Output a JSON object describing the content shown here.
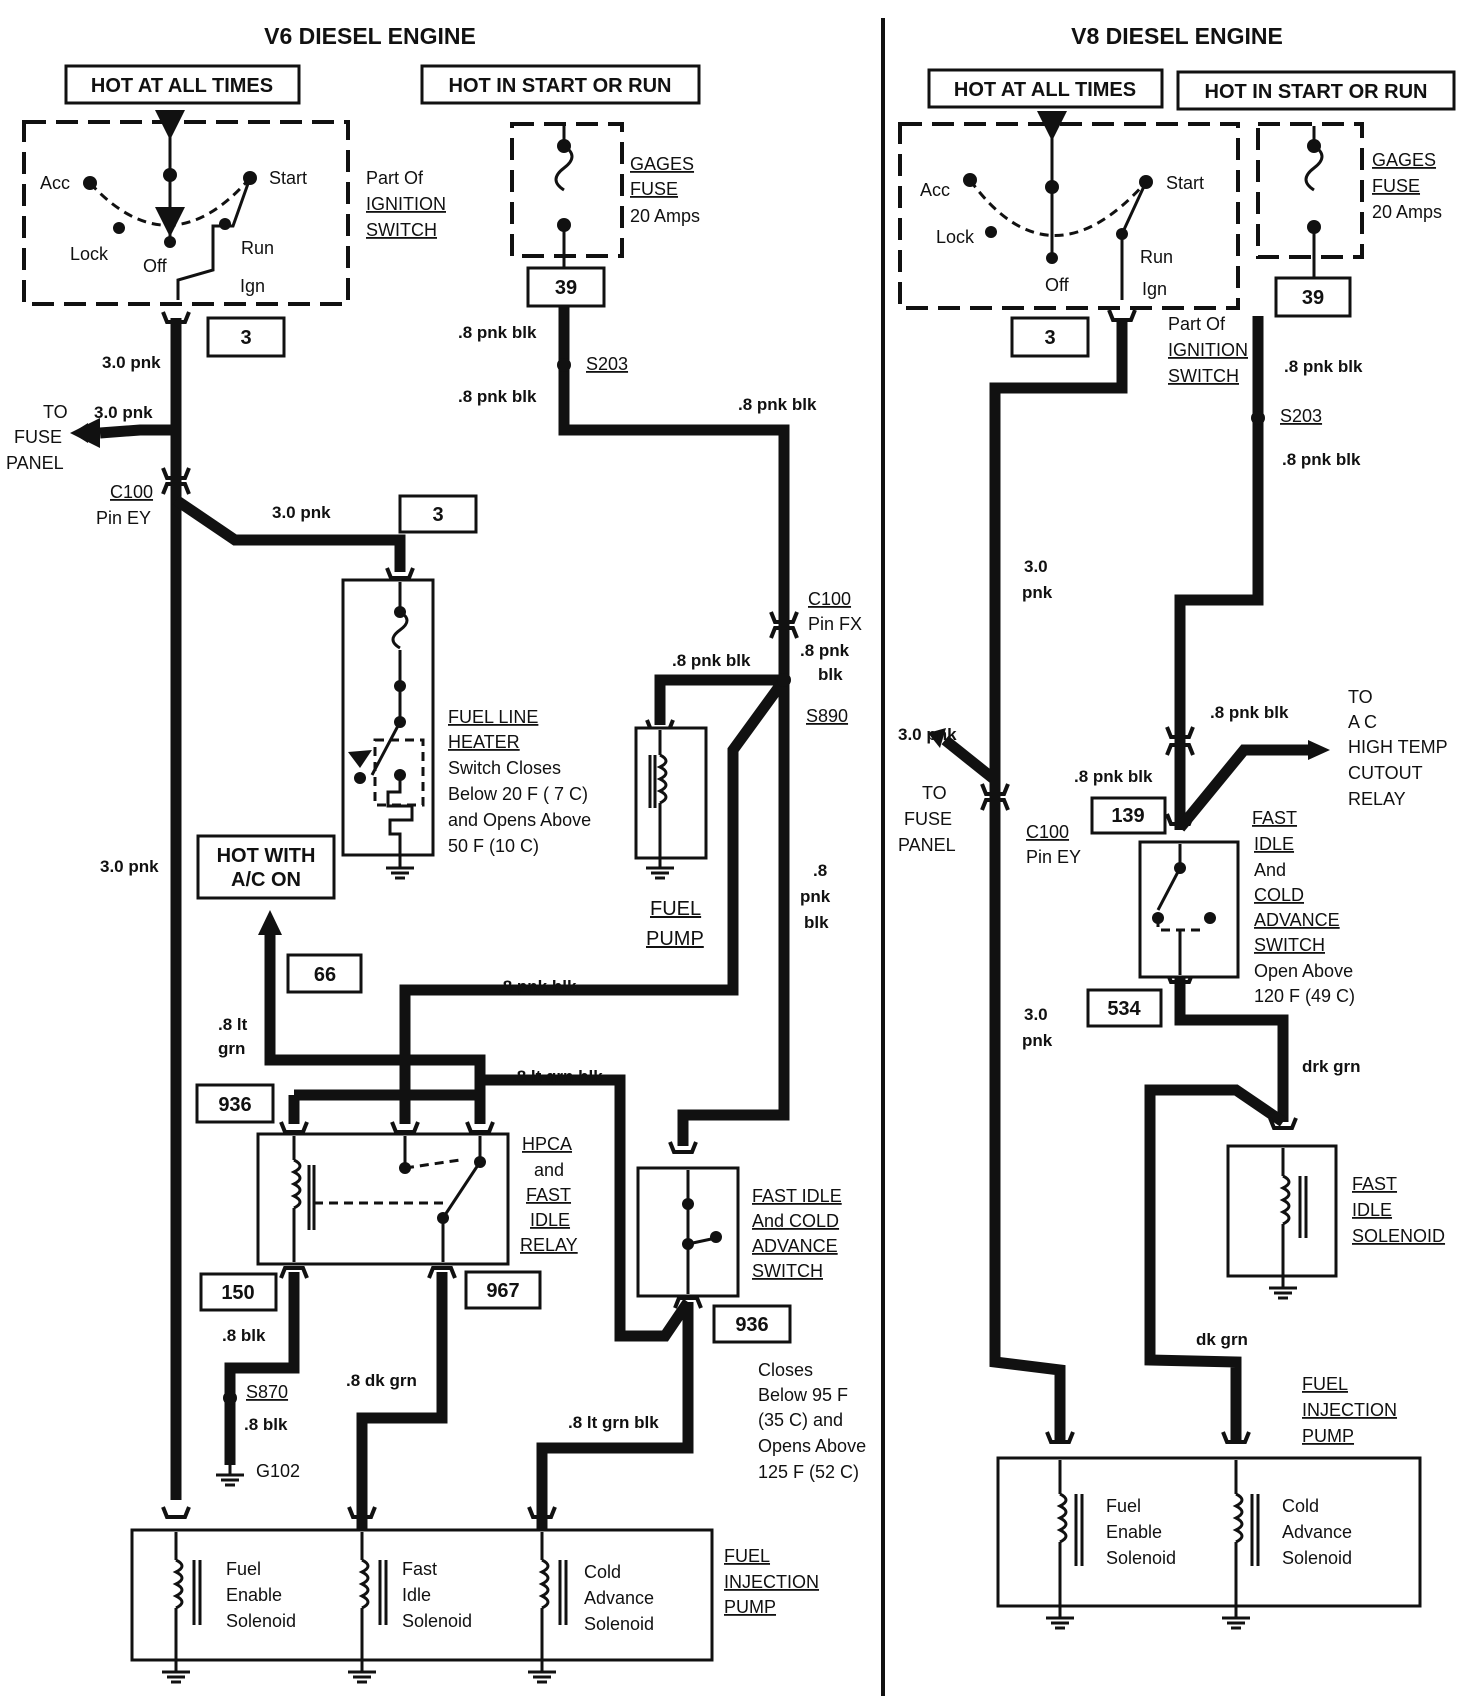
{
  "v6": {
    "title": "V6 DIESEL ENGINE",
    "hot_all_times": "HOT AT ALL TIMES",
    "hot_start_run": "HOT IN START OR RUN",
    "ign_switch": {
      "acc": "Acc",
      "start": "Start",
      "lock": "Lock",
      "off": "Off",
      "run": "Run",
      "ign": "Ign",
      "label1": "Part Of",
      "label2": "IGNITION",
      "label3": "SWITCH"
    },
    "gages_fuse": {
      "l1": "GAGES",
      "l2": "FUSE",
      "l3": "20 Amps"
    },
    "circuits": {
      "c39": "39",
      "c3a": "3",
      "c3b": "3",
      "c66": "66",
      "c936a": "936",
      "c150": "150",
      "c967": "967",
      "c936b": "936"
    },
    "wires": {
      "w30pnk1": "3.0 pnk",
      "w30pnk2": "3.0 pnk",
      "w30pnk3": "3.0 pnk",
      "w30pnk4": "3.0 pnk",
      "w8pnkblk1": ".8 pnk blk",
      "w8pnkblk2": ".8 pnk blk",
      "w8pnkblk3": ".8 pnk blk",
      "w8pnkblk4": ".8 pnk blk",
      "w8pnkblk5": ".8 pnk blk",
      "w8pnk": ".8 pnk",
      "wblk": "blk",
      "w8": ".8",
      "wpnk": "pnk",
      "wblk2": "blk",
      "w8lt": ".8 lt",
      "wgrn": "grn",
      "w8ltgrnblk": ".8 lt grn  blk",
      "w8blk1": ".8 blk",
      "w8blk2": ".8 blk",
      "w8dkgrn": ".8 dk grn",
      "w8ltgrnblk2": ".8 lt grn blk"
    },
    "to_fuse": {
      "l1": "TO",
      "l2": "FUSE",
      "l3": "PANEL"
    },
    "c100a": {
      "l1": "C100",
      "l2": "Pin EY"
    },
    "c100b": {
      "l1": "C100",
      "l2": "Pin FX"
    },
    "s203": "S203",
    "s890": "S890",
    "s870": "S870",
    "g102": "G102",
    "fuel_line_heater": {
      "l1": "FUEL LINE",
      "l2": "HEATER",
      "l3": "Switch Closes",
      "l4": "Below 20 F (   7 C)",
      "l5": "and Opens Above",
      "l6": "50 F (10 C)"
    },
    "fuel_pump": {
      "l1": "FUEL",
      "l2": "PUMP"
    },
    "hot_ac": {
      "l1": "HOT WITH",
      "l2": "A/C ON"
    },
    "hpca": {
      "l1": "HPCA",
      "l2": "and",
      "l3": "FAST",
      "l4": "IDLE",
      "l5": "RELAY"
    },
    "fast_idle_sw": {
      "l1": "FAST IDLE",
      "l2": "And COLD",
      "l3": "ADVANCE",
      "l4": "SWITCH"
    },
    "closes": {
      "l1": "Closes",
      "l2": "Below 95 F",
      "l3": "(35 C) and",
      "l4": "Opens Above",
      "l5": "125 F (52 C)"
    },
    "pump": {
      "l1": "FUEL",
      "l2": "INJECTION",
      "l3": "PUMP"
    },
    "sol1": {
      "l1": "Fuel",
      "l2": "Enable",
      "l3": "Solenoid"
    },
    "sol2": {
      "l1": "Fast",
      "l2": "Idle",
      "l3": "Solenoid"
    },
    "sol3": {
      "l1": "Cold",
      "l2": "Advance",
      "l3": "Solenoid"
    }
  },
  "v8": {
    "title": "V8 DIESEL ENGINE",
    "hot_all_times": "HOT AT ALL TIMES",
    "hot_start_run": "HOT IN START OR RUN",
    "ign_switch": {
      "acc": "Acc",
      "start": "Start",
      "lock": "Lock",
      "off": "Off",
      "run": "Run",
      "ign": "Ign",
      "label1": "Part Of",
      "label2": "IGNITION",
      "label3": "SWITCH"
    },
    "gages_fuse": {
      "l1": "GAGES",
      "l2": "FUSE",
      "l3": "20 Amps"
    },
    "circuits": {
      "c3": "3",
      "c39": "39",
      "c139": "139",
      "c534": "534"
    },
    "wires": {
      "w8pnkblk1": ".8 pnk blk",
      "w8pnkblk2": ".8 pnk blk",
      "w8pnkblk3": ".8 pnk blk",
      "w8pnkblk4": ".8 pnk blk",
      "w30a": "3.0",
      "wpnka": "pnk",
      "w30pnk": "3.0 pnk",
      "w30b": "3.0",
      "wpnkb": "pnk",
      "wdrkgrn": "drk grn",
      "wdkgrn": "dk grn"
    },
    "s203": "S203",
    "to_fuse": {
      "l1": "TO",
      "l2": "FUSE",
      "l3": "PANEL"
    },
    "c100": {
      "l1": "C100",
      "l2": "Pin EY"
    },
    "to_ac": {
      "l1": "TO",
      "l2": "A C",
      "l3": "HIGH TEMP",
      "l4": "CUTOUT",
      "l5": "RELAY"
    },
    "fast_idle_sw": {
      "l1": "FAST",
      "l2": "IDLE",
      "l3": "And",
      "l4": "COLD",
      "l5": "ADVANCE",
      "l6": "SWITCH",
      "l7": "Open Above",
      "l8": "120 F (49 C)"
    },
    "fast_idle_sol": {
      "l1": "FAST",
      "l2": "IDLE",
      "l3": "SOLENOID"
    },
    "pump": {
      "l1": "FUEL",
      "l2": "INJECTION",
      "l3": "PUMP"
    },
    "sol1": {
      "l1": "Fuel",
      "l2": "Enable",
      "l3": "Solenoid"
    },
    "sol2": {
      "l1": "Cold",
      "l2": "Advance",
      "l3": "Solenoid"
    }
  }
}
